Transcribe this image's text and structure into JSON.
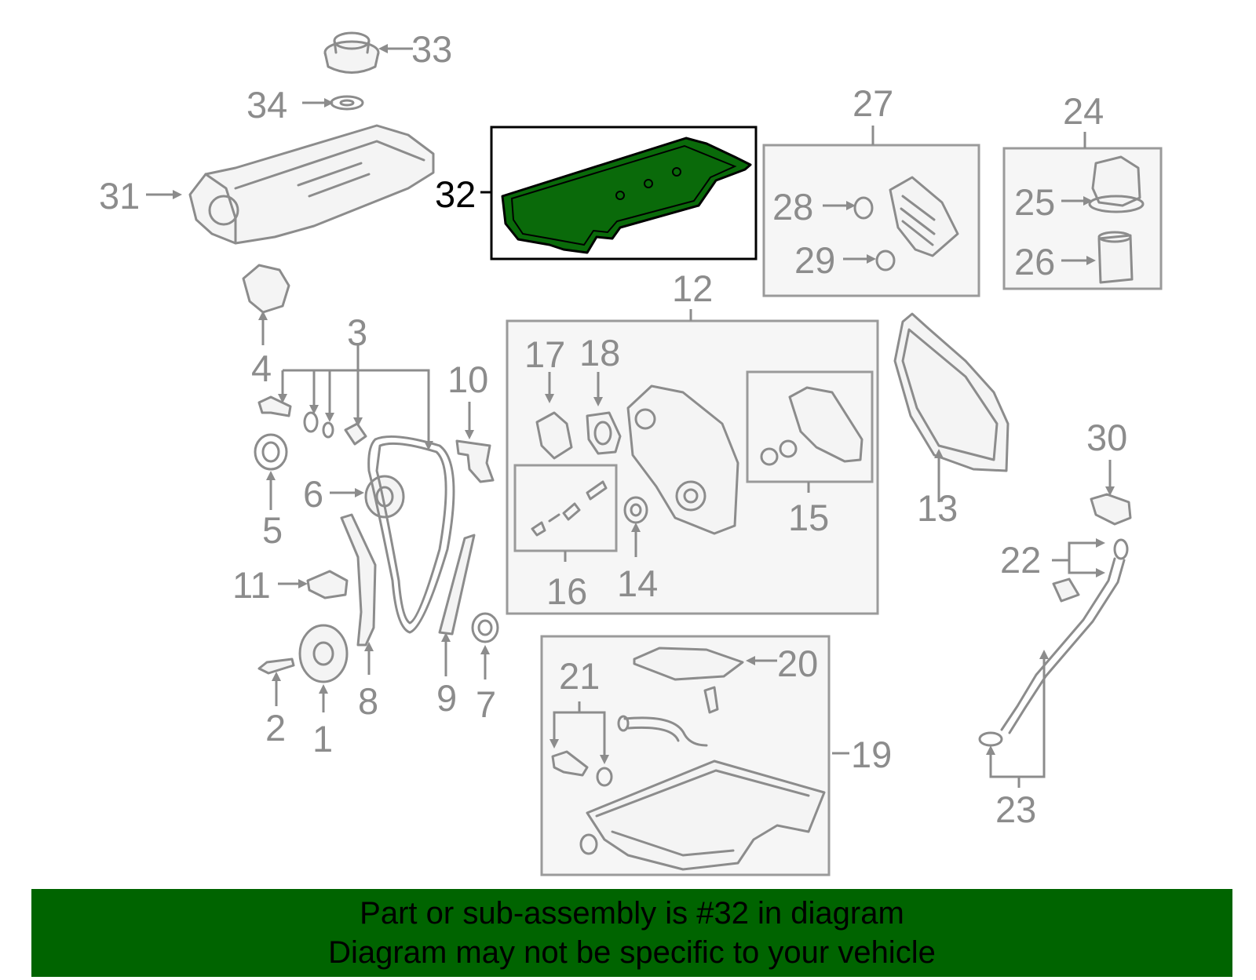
{
  "callouts": {
    "p1": "1",
    "p2": "2",
    "p3": "3",
    "p4": "4",
    "p5": "5",
    "p6": "6",
    "p7": "7",
    "p8": "8",
    "p9": "9",
    "p10": "10",
    "p11": "11",
    "p12": "12",
    "p13": "13",
    "p14": "14",
    "p15": "15",
    "p16": "16",
    "p17": "17",
    "p18": "18",
    "p19": "19",
    "p20": "20",
    "p21": "21",
    "p22": "22",
    "p23": "23",
    "p24": "24",
    "p25": "25",
    "p26": "26",
    "p27": "27",
    "p28": "28",
    "p29": "29",
    "p30": "30",
    "p31": "31",
    "p32": "32",
    "p33": "33",
    "p34": "34"
  },
  "highlighted_part": "32",
  "banner": {
    "line1": "Part or sub-assembly is #32 in diagram",
    "line2": "Diagram may not be specific to your vehicle"
  },
  "colors": {
    "highlight": "#006400",
    "line_gray": "#8c8c8c",
    "banner_bg": "#006400"
  }
}
